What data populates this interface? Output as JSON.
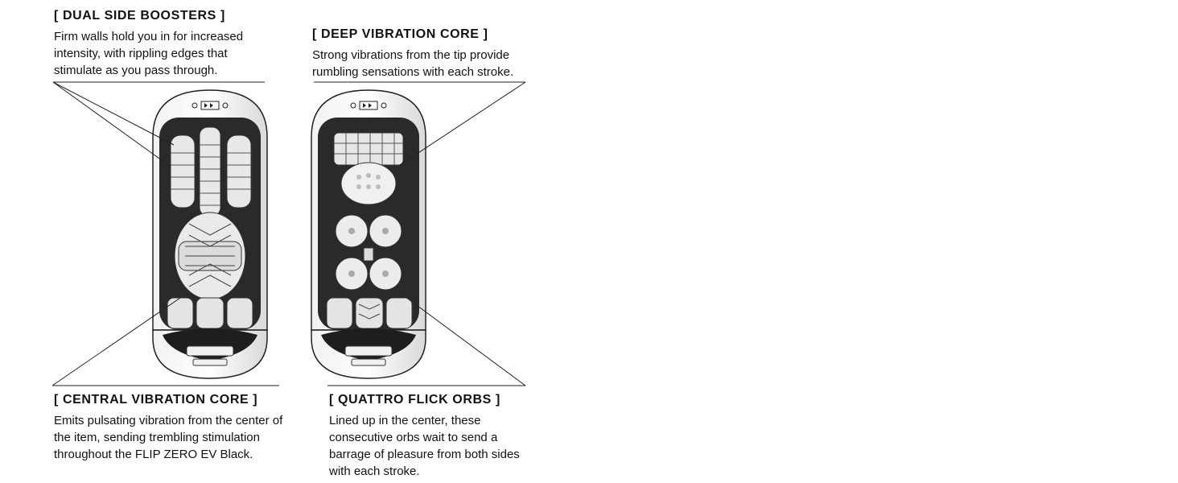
{
  "callouts": [
    {
      "title": "[ DUAL SIDE BOOSTERS ]",
      "body": "Firm walls hold you in for increased intensity, with rippling edges that stimulate as you pass through."
    },
    {
      "title": "[ DEEP VIBRATION CORE ]",
      "body": "Strong vibrations from the tip provide rumbling sensations with each stroke."
    },
    {
      "title": "[ CENTRAL VIBRATION CORE ]",
      "body": "Emits pulsating vibration from the center of the item, sending trembling stimulation throughout the FLIP ZERO EV Black."
    },
    {
      "title": "[ QUATTRO FLICK ORBS ]",
      "body": "Lined up in the center, these consecutive orbs wait to send a barrage of pleasure from both sides with each stroke."
    }
  ]
}
